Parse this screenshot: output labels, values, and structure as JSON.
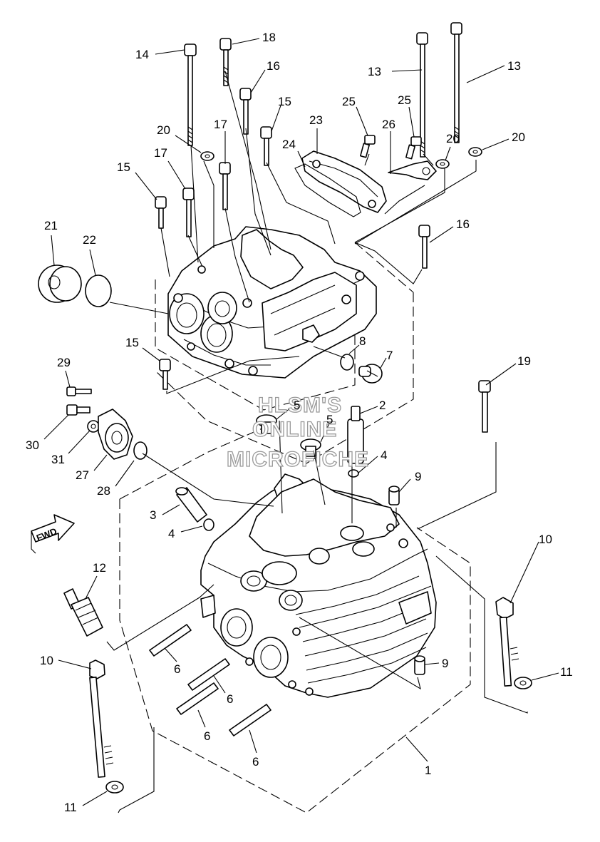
{
  "watermark": {
    "line1": "HLSM'S",
    "line2": "ONLINE",
    "line3": "MICROFICHE"
  },
  "direction_label": "FWD",
  "callouts": {
    "c1": "1",
    "c2": "2",
    "c3": "3",
    "c4a": "4",
    "c4b": "4",
    "c5a": "5",
    "c5b": "5",
    "c6a": "6",
    "c6b": "6",
    "c6c": "6",
    "c6d": "6",
    "c7": "7",
    "c8": "8",
    "c9a": "9",
    "c9b": "9",
    "c10a": "10",
    "c10b": "10",
    "c11a": "11",
    "c11b": "11",
    "c12": "12",
    "c13a": "13",
    "c13b": "13",
    "c14": "14",
    "c15a": "15",
    "c15b": "15",
    "c15c": "15",
    "c16a": "16",
    "c16b": "16",
    "c17a": "17",
    "c17b": "17",
    "c18": "18",
    "c19": "19",
    "c20a": "20",
    "c20b": "20",
    "c20c": "20",
    "c21": "21",
    "c22": "22",
    "c23": "23",
    "c24": "24",
    "c25a": "25",
    "c25b": "25",
    "c26": "26",
    "c27": "27",
    "c28": "28",
    "c29": "29",
    "c30": "30",
    "c31": "31"
  }
}
